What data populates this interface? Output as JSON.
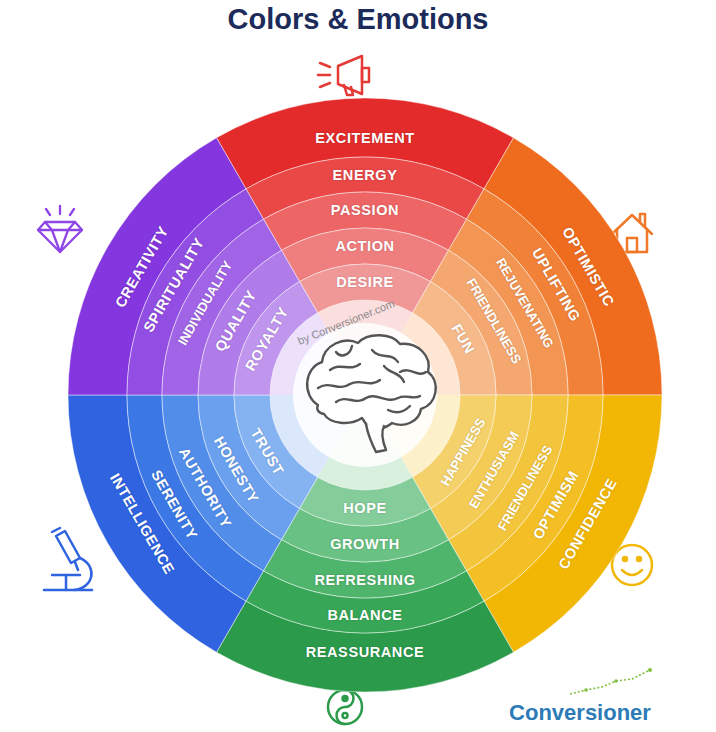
{
  "diagram": {
    "title": "Colors & Emotions",
    "nodes": [
      {
        "text": [
          "EXCITEMENT"
        ]
      },
      {
        "text": [
          "ENERGY"
        ]
      },
      {
        "text": [
          "PASSION"
        ]
      },
      {
        "text": [
          "ACTION"
        ]
      },
      {
        "text": [
          "DESIRE"
        ]
      },
      {
        "text": [
          "OPTIMISTIC"
        ]
      },
      {
        "text": [
          "UPLIFTING"
        ]
      },
      {
        "text": [
          "REJUVENATING"
        ]
      },
      {
        "text": [
          "FRIENDLINESS"
        ]
      },
      {
        "text": [
          "FUN"
        ]
      },
      {
        "text": [
          "CONFIDENCE"
        ]
      },
      {
        "text": [
          "OPTIMISM"
        ]
      },
      {
        "text": [
          "FRIENDLINESS"
        ]
      },
      {
        "text": [
          "ENTHUSIASM"
        ]
      },
      {
        "text": [
          "HAPPINESS"
        ]
      },
      {
        "text": [
          "REASSURANCE"
        ]
      },
      {
        "text": [
          "BALANCE"
        ]
      },
      {
        "text": [
          "REFRESHING"
        ]
      },
      {
        "text": [
          "GROWTH"
        ]
      },
      {
        "text": [
          "HOPE"
        ]
      },
      {
        "text": [
          "INTELLIGENCE"
        ]
      },
      {
        "text": [
          "SERENITY"
        ]
      },
      {
        "text": [
          "AUTHORITY"
        ]
      },
      {
        "text": [
          "HONESTY"
        ]
      },
      {
        "text": [
          "TRUST"
        ]
      },
      {
        "text": [
          "CREATIVITY"
        ]
      },
      {
        "text": [
          "SPIRITUALITY"
        ]
      },
      {
        "text": [
          "INDIVIDUALITY"
        ]
      },
      {
        "text": [
          "QUALITY"
        ]
      },
      {
        "text": [
          "ROYALTY"
        ]
      }
    ],
    "labels": [
      "by Conversioner.com",
      "Conversioner"
    ]
  }
}
